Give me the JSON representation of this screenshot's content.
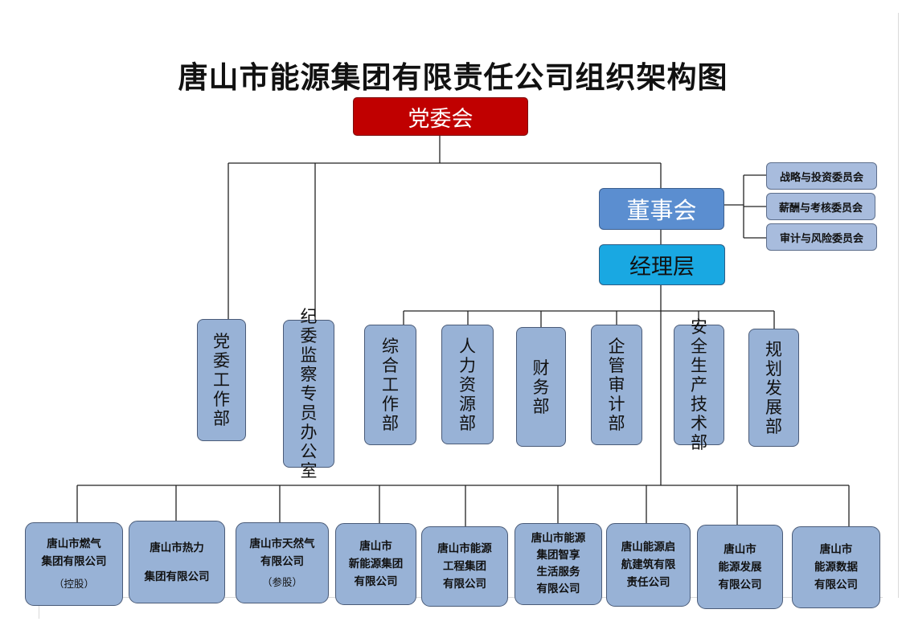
{
  "title": "唐山市能源集团有限责任公司组织架构图",
  "party_committee": "党委会",
  "board": "董事会",
  "management": "经理层",
  "committees": [
    "战略与投资委员会",
    "薪酬与考核委员会",
    "审计与风险委员会"
  ],
  "departments": [
    "党委工作部",
    "纪委监察专员办公室",
    "综合工作部",
    "人力资源部",
    "财务部",
    "企管审计部",
    "安全生产技术部",
    "规划发展部"
  ],
  "subsidiaries": [
    {
      "lines": [
        "唐山市燃气",
        "集团有限公司"
      ],
      "note": "（控股）"
    },
    {
      "lines": [
        "唐山市热力",
        "集团有限公司"
      ],
      "note": ""
    },
    {
      "lines": [
        "唐山市天然气",
        "有限公司"
      ],
      "note": "（参股）"
    },
    {
      "lines": [
        "唐山市",
        "新能源集团",
        "有限公司"
      ],
      "note": ""
    },
    {
      "lines": [
        "唐山市能源",
        "工程集团",
        "有限公司"
      ],
      "note": ""
    },
    {
      "lines": [
        "唐山市能源",
        "集团智享",
        "生活服务",
        "有限公司"
      ],
      "note": ""
    },
    {
      "lines": [
        "唐山能源启",
        "航建筑有限",
        "责任公司"
      ],
      "note": ""
    },
    {
      "lines": [
        "唐山市",
        "能源发展",
        "有限公司"
      ],
      "note": ""
    },
    {
      "lines": [
        "唐山市",
        "能源数据",
        "有限公司"
      ],
      "note": ""
    }
  ]
}
